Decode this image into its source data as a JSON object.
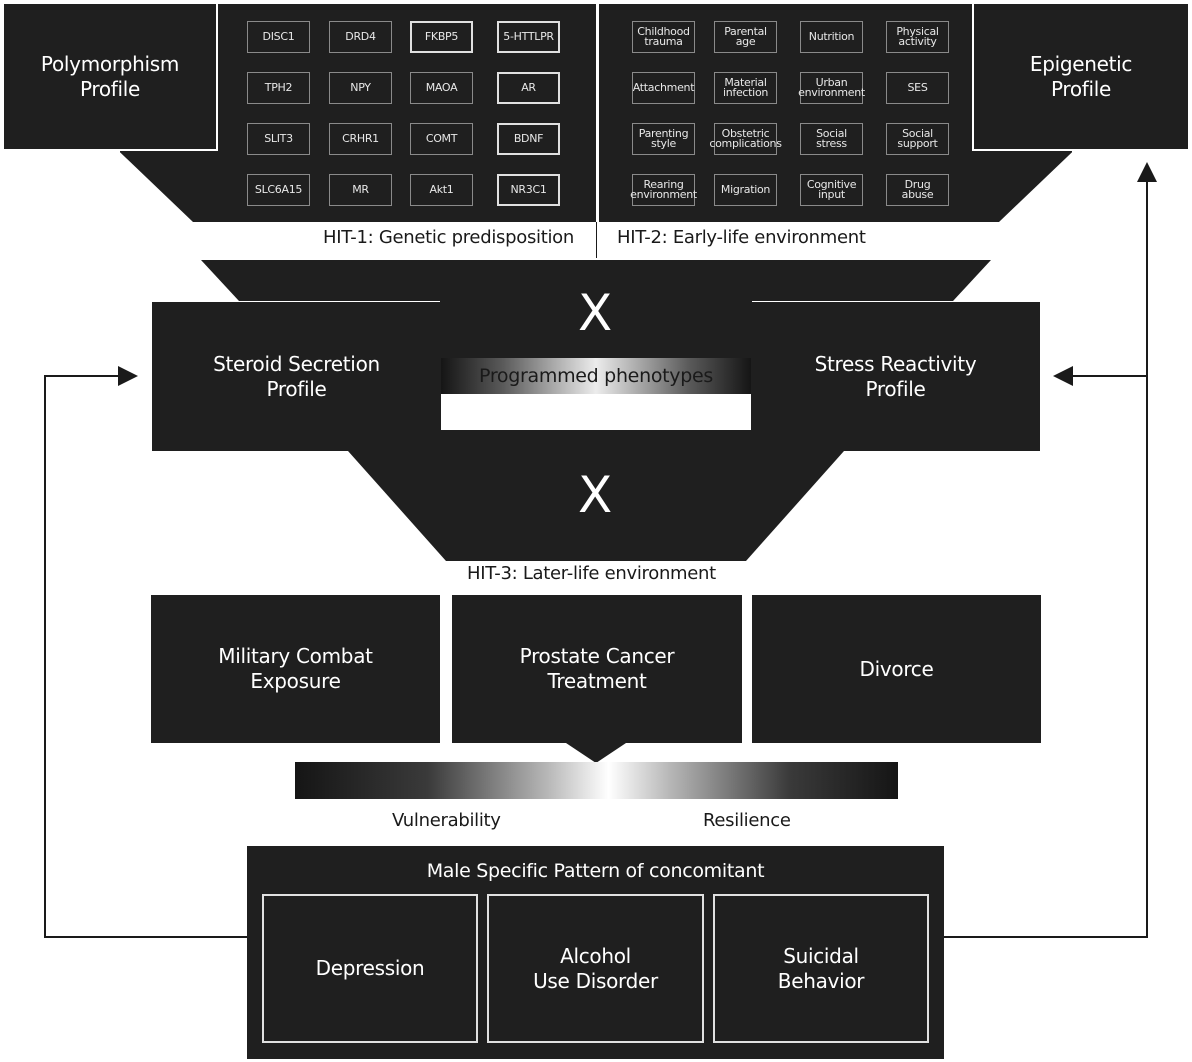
{
  "top": {
    "polymorphism_profile": [
      "Polymorphism",
      "Profile"
    ],
    "epigenetic_profile": [
      "Epigenetic",
      "Profile"
    ],
    "genes": [
      {
        "label": "DISC1",
        "highlighted": false
      },
      {
        "label": "DRD4",
        "highlighted": false
      },
      {
        "label": "FKBP5",
        "highlighted": true
      },
      {
        "label": "5-HTTLPR",
        "highlighted": true
      },
      {
        "label": "TPH2",
        "highlighted": false
      },
      {
        "label": "NPY",
        "highlighted": false
      },
      {
        "label": "MAOA",
        "highlighted": false
      },
      {
        "label": "AR",
        "highlighted": true
      },
      {
        "label": "SLIT3",
        "highlighted": false
      },
      {
        "label": "CRHR1",
        "highlighted": false
      },
      {
        "label": "COMT",
        "highlighted": false
      },
      {
        "label": "BDNF",
        "highlighted": true
      },
      {
        "label": "SLC6A15",
        "highlighted": false
      },
      {
        "label": "MR",
        "highlighted": false
      },
      {
        "label": "Akt1",
        "highlighted": false
      },
      {
        "label": "NR3C1",
        "highlighted": true
      }
    ],
    "environment": [
      [
        "Childhood",
        "trauma"
      ],
      [
        "Parental",
        "age"
      ],
      [
        "Nutrition"
      ],
      [
        "Physical",
        "activity"
      ],
      [
        "Attachment"
      ],
      [
        "Material",
        "infection"
      ],
      [
        "Urban",
        "environment"
      ],
      [
        "SES"
      ],
      [
        "Parenting",
        "style"
      ],
      [
        "Obstetric",
        "complications"
      ],
      [
        "Social",
        "stress"
      ],
      [
        "Social",
        "support"
      ],
      [
        "Rearing",
        "environment"
      ],
      [
        "Migration"
      ],
      [
        "Cognitive",
        "input"
      ],
      [
        "Drug",
        "abuse"
      ]
    ],
    "hit1": "HIT-1: Genetic predisposition",
    "hit2": "HIT-2: Early-life environment"
  },
  "middle": {
    "x_symbol": "X",
    "steroid_profile": [
      "Steroid Secretion",
      "Profile"
    ],
    "stress_profile": [
      "Stress Reactivity",
      "Profile"
    ],
    "programmed": "Programmed phenotypes",
    "hit3": "HIT-3: Later-life environment"
  },
  "later_life": [
    [
      "Military Combat",
      "Exposure"
    ],
    [
      "Prostate Cancer",
      "Treatment"
    ],
    [
      "Divorce"
    ]
  ],
  "spectrum": {
    "left": "Vulnerability",
    "right": "Resilience"
  },
  "bottom": {
    "title": "Male Specific Pattern of concomitant",
    "outcomes": [
      [
        "Depression"
      ],
      [
        "Alcohol",
        "Use Disorder"
      ],
      [
        "Suicidal",
        "Behavior"
      ]
    ]
  },
  "colors": {
    "box": "#1f1f1f",
    "line": "#1a1a1a"
  }
}
